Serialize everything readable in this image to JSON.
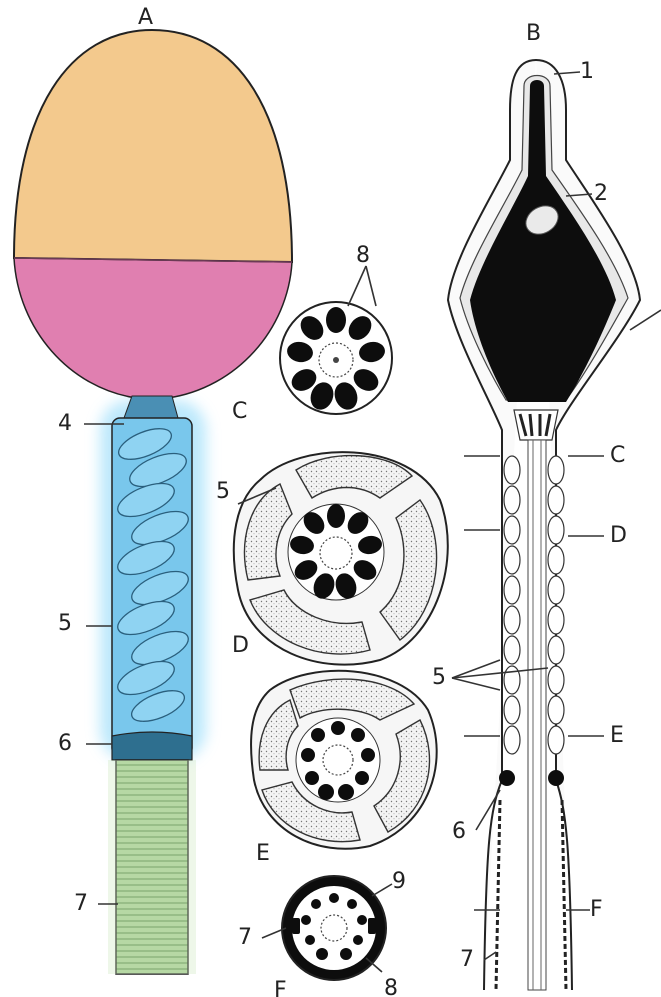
{
  "panels": {
    "A": "A",
    "B": "B",
    "C": "C",
    "D": "D",
    "E": "E",
    "F": "F"
  },
  "numbers": {
    "n1": "1",
    "n2": "2",
    "n4": "4",
    "n5": "5",
    "n6": "6",
    "n7": "7",
    "n8": "8",
    "n9": "9"
  },
  "colors": {
    "head_top": "#f3c98d",
    "head_bottom": "#e07fb0",
    "midpiece": "#79c7ec",
    "midpiece_glow": "#a6e1fb",
    "principal_piece": "#a9cf95",
    "nucleus": "#0d0d0d",
    "ink": "#222222"
  }
}
